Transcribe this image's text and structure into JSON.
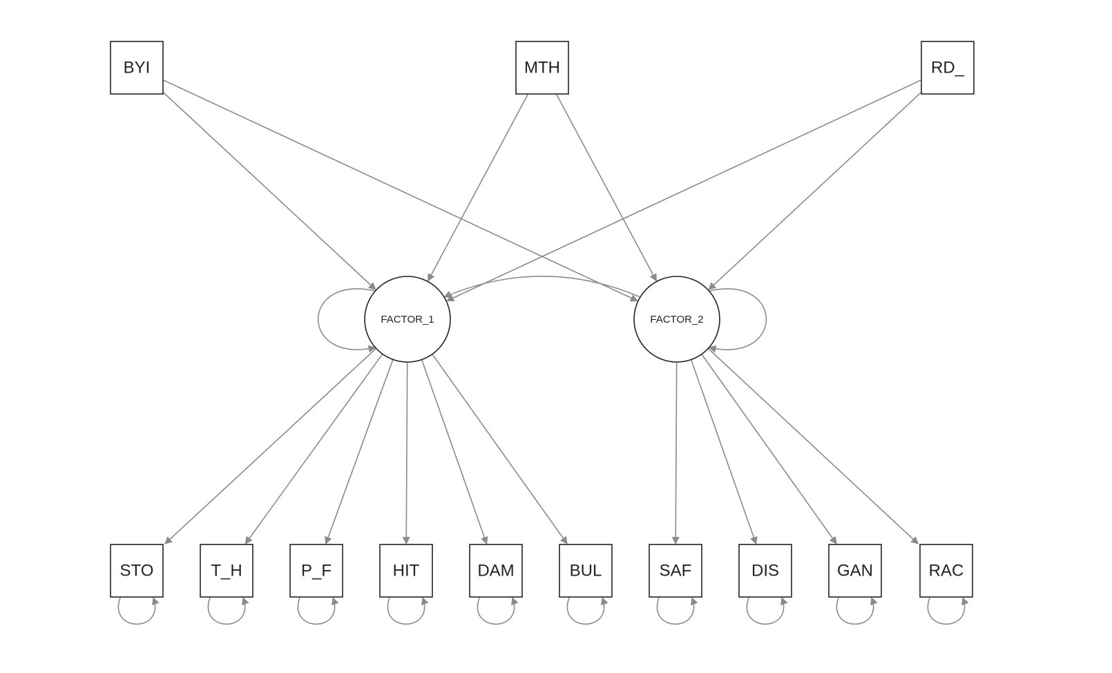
{
  "diagram": {
    "exogenous": [
      {
        "id": "BYI",
        "label": "BYI"
      },
      {
        "id": "MTH",
        "label": "MTH"
      },
      {
        "id": "RD_",
        "label": "RD_"
      }
    ],
    "latent": [
      {
        "id": "FACTOR_1",
        "label": "FACTOR_1"
      },
      {
        "id": "FACTOR_2",
        "label": "FACTOR_2"
      }
    ],
    "indicators": [
      {
        "id": "STO",
        "label": "STO"
      },
      {
        "id": "T_H",
        "label": "T_H"
      },
      {
        "id": "P_F",
        "label": "P_F"
      },
      {
        "id": "HIT",
        "label": "HIT"
      },
      {
        "id": "DAM",
        "label": "DAM"
      },
      {
        "id": "BUL",
        "label": "BUL"
      },
      {
        "id": "SAF",
        "label": "SAF"
      },
      {
        "id": "DIS",
        "label": "DIS"
      },
      {
        "id": "GAN",
        "label": "GAN"
      },
      {
        "id": "RAC",
        "label": "RAC"
      }
    ],
    "regressions": [
      {
        "from": "BYI",
        "to": "FACTOR_1"
      },
      {
        "from": "BYI",
        "to": "FACTOR_2"
      },
      {
        "from": "MTH",
        "to": "FACTOR_1"
      },
      {
        "from": "MTH",
        "to": "FACTOR_2"
      },
      {
        "from": "RD_",
        "to": "FACTOR_1"
      },
      {
        "from": "RD_",
        "to": "FACTOR_2"
      }
    ],
    "loadings": [
      {
        "factor": "FACTOR_1",
        "indicator": "STO"
      },
      {
        "factor": "FACTOR_1",
        "indicator": "T_H"
      },
      {
        "factor": "FACTOR_1",
        "indicator": "P_F"
      },
      {
        "factor": "FACTOR_1",
        "indicator": "HIT"
      },
      {
        "factor": "FACTOR_1",
        "indicator": "DAM"
      },
      {
        "factor": "FACTOR_1",
        "indicator": "BUL"
      },
      {
        "factor": "FACTOR_2",
        "indicator": "SAF"
      },
      {
        "factor": "FACTOR_2",
        "indicator": "DIS"
      },
      {
        "factor": "FACTOR_2",
        "indicator": "GAN"
      },
      {
        "factor": "FACTOR_2",
        "indicator": "RAC"
      }
    ],
    "covariances": [
      {
        "a": "FACTOR_1",
        "b": "FACTOR_2"
      }
    ],
    "colors": {
      "path": "#8a8a8a",
      "node_stroke": "#222222"
    }
  }
}
